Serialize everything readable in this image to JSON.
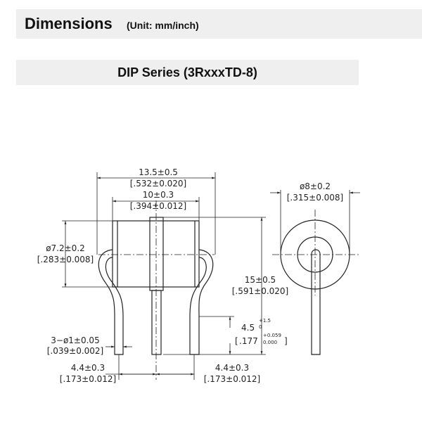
{
  "header": {
    "title": "Dimensions",
    "unit": "(Unit: mm/inch)"
  },
  "series_title": "DIP Series (3RxxxTD-8)",
  "dims": {
    "overall_length": {
      "mm": "13.5±0.5",
      "inch": "[.532±0.020]"
    },
    "body_length": {
      "mm": "10±0.3",
      "inch": "[.394±0.012]"
    },
    "body_diameter": {
      "mm": "ø7.2±0.2",
      "inch": "[.283±0.008]"
    },
    "total_height": {
      "mm": "15±0.5",
      "inch": "[.591±0.020]"
    },
    "lead_length": {
      "mm": "4.5",
      "mm_tol_plus": "+1.5",
      "mm_tol_minus": "0",
      "inch": ".177",
      "inch_tol_plus": "+0.059",
      "inch_tol_minus": "0.000"
    },
    "lead_diameter": {
      "mm": "3−ø1±0.05",
      "inch": "[.039±0.002]"
    },
    "pitch_left": {
      "mm": "4.4±0.3",
      "inch": "[.173±0.012]"
    },
    "pitch_right": {
      "mm": "4.4±0.3",
      "inch": "[.173±0.012]"
    },
    "end_diameter": {
      "mm": "ø8±0.2",
      "inch": "[.315±0.008]"
    }
  }
}
